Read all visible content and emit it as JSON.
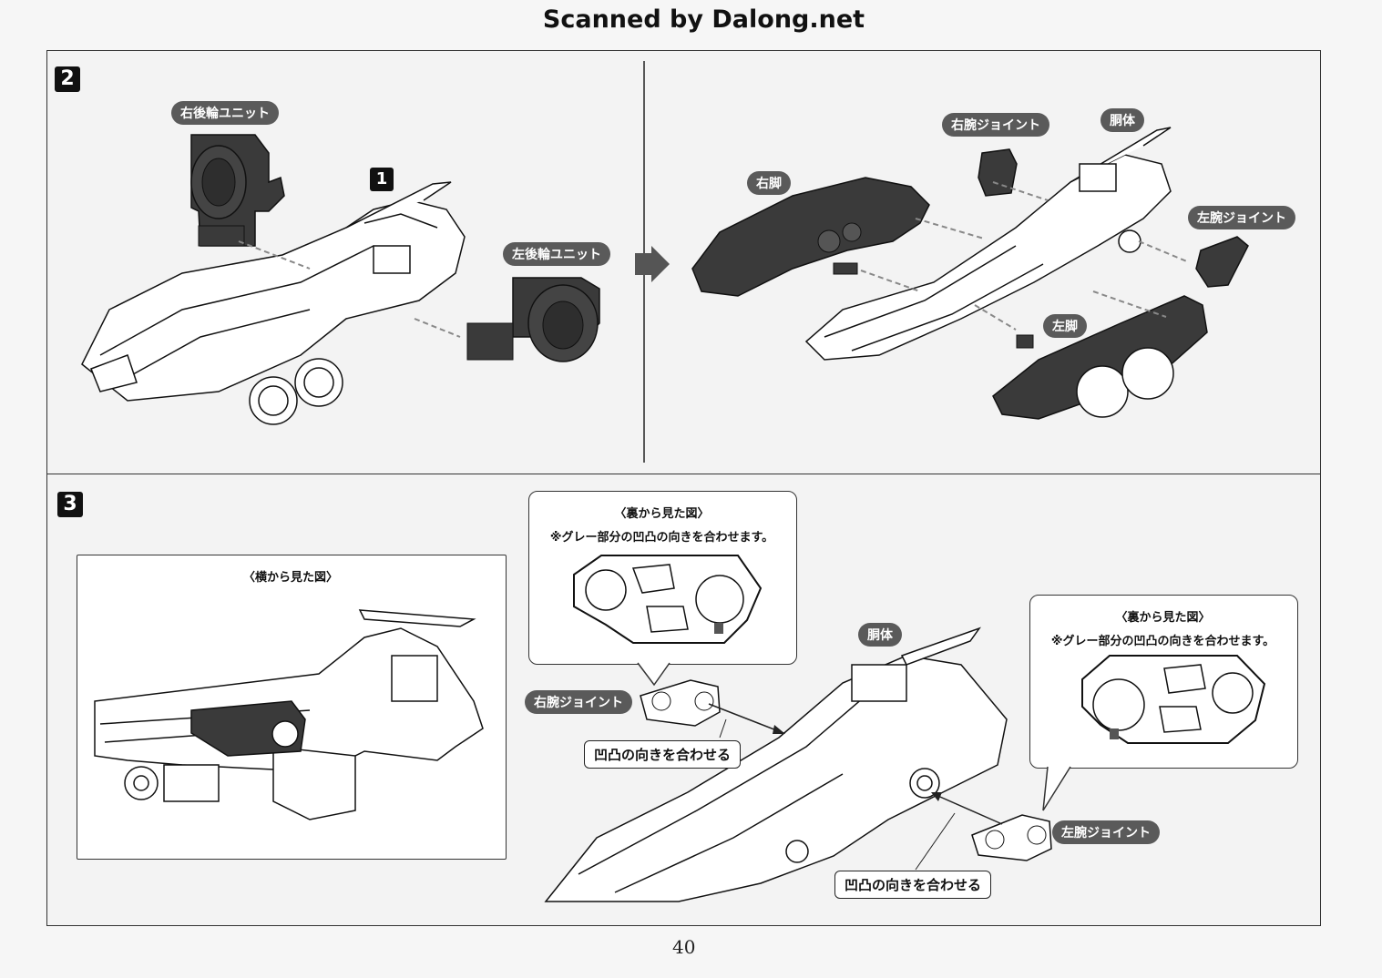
{
  "header": {
    "watermark": "Scanned by Dalong.net"
  },
  "step2": {
    "number": "2",
    "sub_number": "1",
    "labels": {
      "right_rear_wheel_unit": "右後輪ユニット",
      "left_rear_wheel_unit": "左後輪ユニット",
      "right_arm_joint": "右腕ジョイント",
      "torso": "胴体",
      "right_leg": "右脚",
      "left_arm_joint": "左腕ジョイント",
      "left_leg": "左脚"
    }
  },
  "step3": {
    "number": "3",
    "side_view": {
      "title": "〈横から見た図〉"
    },
    "back_view_right": {
      "title": "〈裏から見た図〉",
      "note": "※グレー部分の凹凸の向きを合わせます。"
    },
    "back_view_left": {
      "title": "〈裏から見た図〉",
      "note": "※グレー部分の凹凸の向きを合わせます。"
    },
    "labels": {
      "torso": "胴体",
      "right_arm_joint": "右腕ジョイント",
      "left_arm_joint": "左腕ジョイント",
      "align_right": "凹凸の向きを合わせる",
      "align_left": "凹凸の向きを合わせる"
    }
  },
  "footer": {
    "page_number": "40"
  }
}
